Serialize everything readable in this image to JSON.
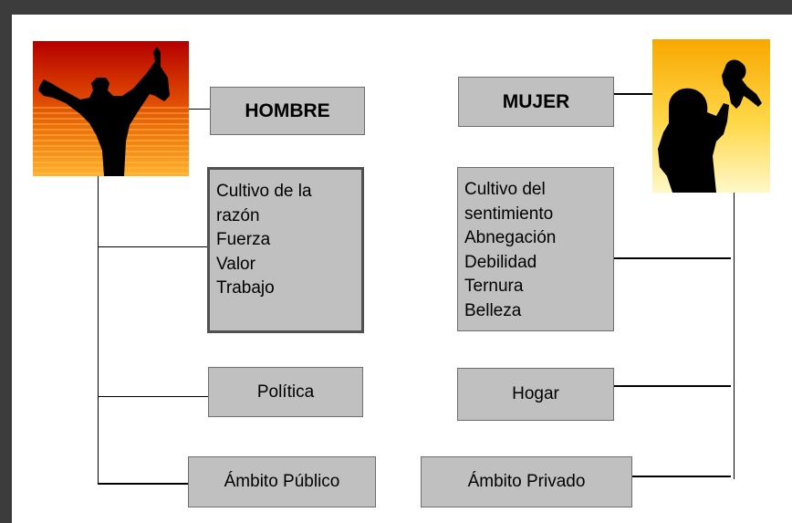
{
  "hombre": {
    "title": "HOMBRE",
    "traits": [
      "Cultivo de la",
      "razón",
      "Fuerza",
      "Valor",
      "Trabajo"
    ],
    "activity": "Política",
    "sphere": "Ámbito Público",
    "image_icon": "man-raising-bottle-silhouette"
  },
  "mujer": {
    "title": "MUJER",
    "traits": [
      "Cultivo del",
      "sentimiento",
      "Abnegación",
      "Debilidad",
      "Ternura",
      "Belleza"
    ],
    "activity": "Hogar",
    "sphere": "Ámbito Privado",
    "image_icon": "mother-lifting-baby-silhouette"
  },
  "colors": {
    "box_fill": "#c0c0c0",
    "frame": "#3c3c3c",
    "line": "#000000"
  }
}
